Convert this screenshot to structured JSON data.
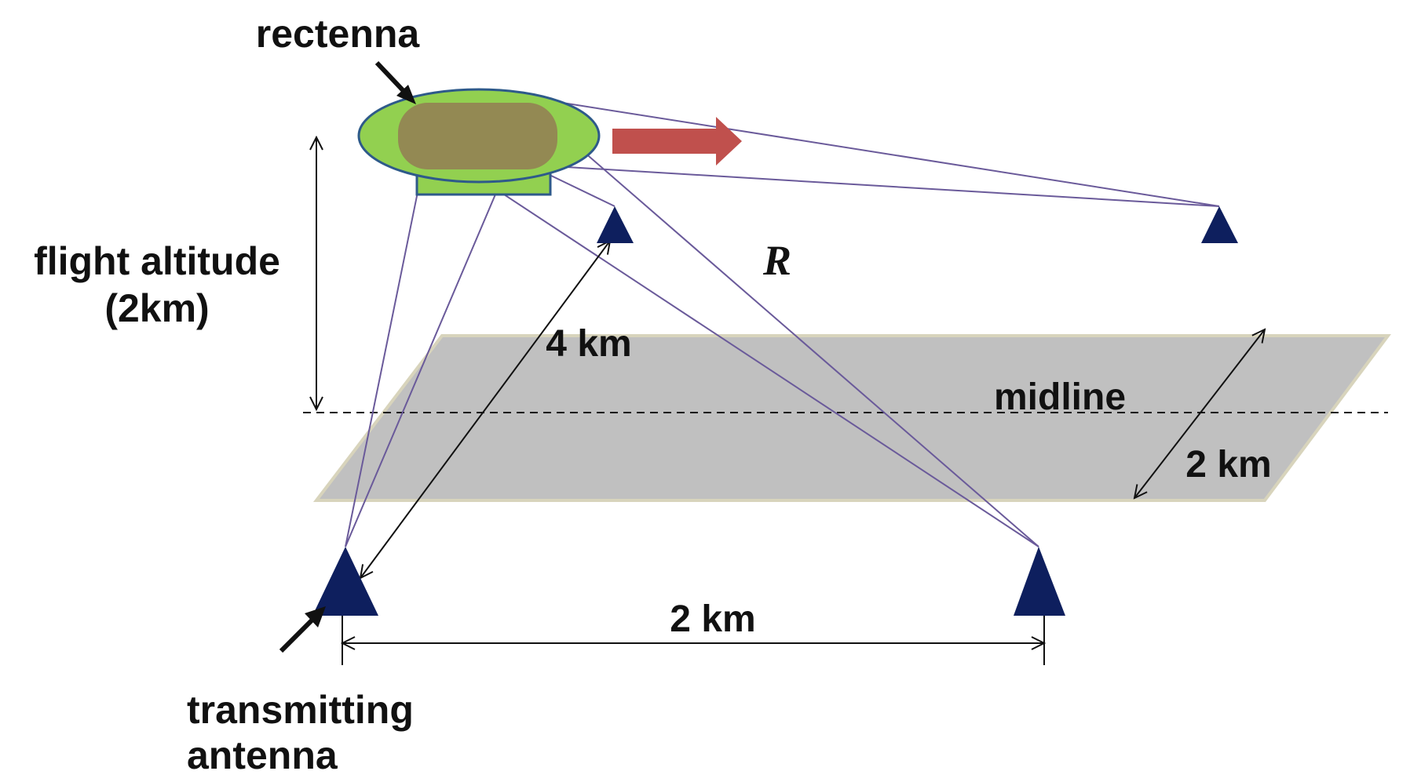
{
  "labels": {
    "rectenna": "rectenna",
    "flight_altitude_line1": "flight altitude",
    "flight_altitude_line2": "(2km)",
    "range_symbol": "R",
    "dist_4km": "4 km",
    "midline": "midline",
    "width_2km": "2 km",
    "baseline_2km": "2 km",
    "transmitting_line1": "transmitting",
    "transmitting_line2": "antenna"
  },
  "colors": {
    "airship_body": "#92d050",
    "rectenna_panel": "#938953",
    "airship_outline": "#2e5a8a",
    "direction_arrow": "#c0504d",
    "flight_area": "#c0c0c0",
    "flight_area_border": "#d8d4bc",
    "transmitter": "#0e1f5e",
    "ray_lines": "#6a5a9a"
  },
  "icons": {
    "transmitter": "triangle-antenna-icon",
    "direction": "right-arrow-icon"
  }
}
